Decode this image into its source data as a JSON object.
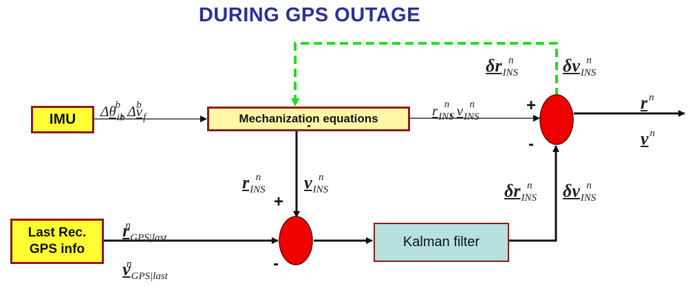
{
  "title": "DURING GPS OUTAGE",
  "blocks": {
    "imu": "IMU",
    "mechanization": "Mechanization equations",
    "kalman": "Kalman filter",
    "gps_line1": "Last Rec.",
    "gps_line2": "GPS info"
  },
  "signs": {
    "plus": "+",
    "minus": "-"
  },
  "symbols": {
    "delta": "Δ",
    "theta": "θ",
    "v": "v",
    "r": "r",
    "sub_ib": "ib",
    "sup_b": "b",
    "sub_f": "f",
    "sup_n": "n",
    "sub_ins": "INS",
    "sub_gps_last": "GPS|last",
    "delta_r": "δr",
    "delta_v": "δv",
    "comma": ","
  },
  "colors": {
    "title": "#2b2f9c",
    "imu_fill": "#ffff33",
    "mech_fill": "#fff7a6",
    "kalman_fill": "#b7e0e0",
    "summer_fill": "#ee0000",
    "feedback_dash": "#22dd22",
    "border": "#8b1a1a"
  }
}
